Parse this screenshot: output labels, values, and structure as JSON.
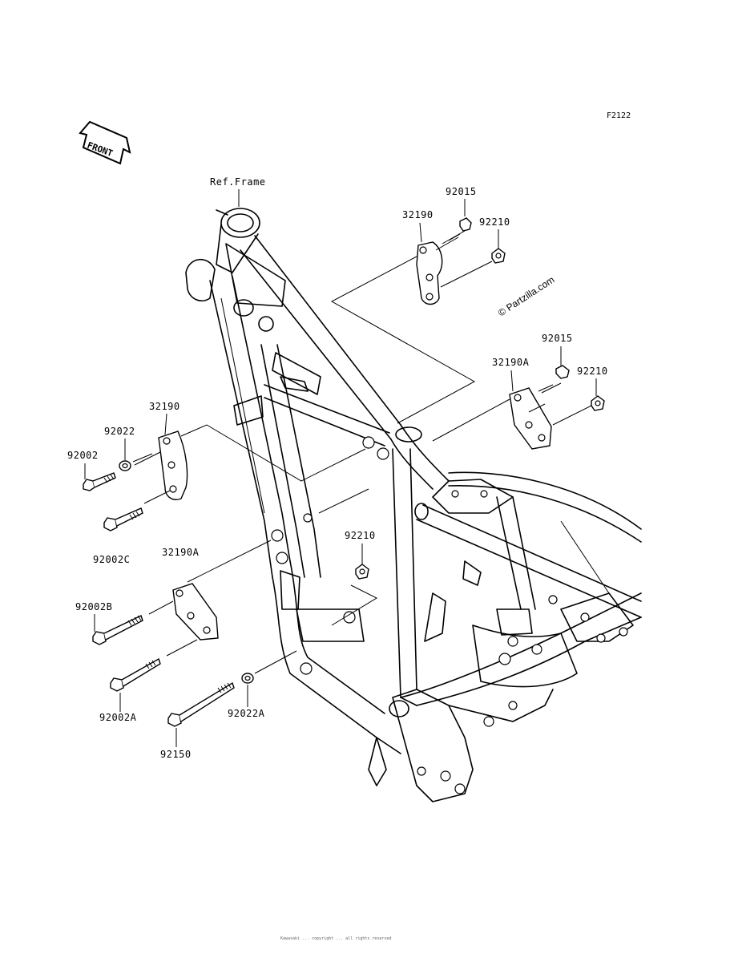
{
  "diagram": {
    "code": "F2122",
    "front_label": "FRONT",
    "ref_frame_label": "Ref.Frame",
    "watermark": "© Partzilla.com",
    "footer_text": "Kawasaki ... copyright ... all rights reserved",
    "labels": {
      "p92015_top": "92015",
      "p32190_top": "32190",
      "p92210_top": "92210",
      "p92015_mid": "92015",
      "p32190A_right": "32190A",
      "p92210_right": "92210",
      "p32190_left": "32190",
      "p92022": "92022",
      "p92002": "92002",
      "p92002C": "92002C",
      "p32190A_left": "32190A",
      "p92210_center": "92210",
      "p92002B": "92002B",
      "p92002A": "92002A",
      "p92022A": "92022A",
      "p92150": "92150"
    }
  }
}
